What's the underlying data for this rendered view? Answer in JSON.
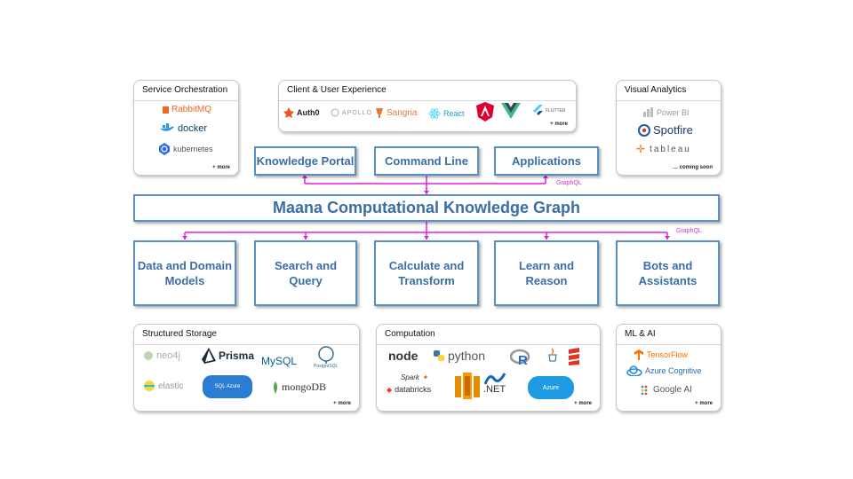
{
  "colors": {
    "box_border": "#5b8ec1",
    "box_text": "#3a6ea5",
    "connector": "#dd22dd"
  },
  "panels": {
    "service": {
      "title": "Service Orchestration",
      "logos": [
        "RabbitMQ",
        "docker",
        "kubernetes"
      ],
      "more": "+ more"
    },
    "client": {
      "title": "Client & User Experience",
      "logos": [
        "Auth0",
        "APOLLO",
        "Sangria",
        "React",
        "Angular",
        "Vue",
        "Flutter"
      ],
      "more": "+ more"
    },
    "visual": {
      "title": "Visual Analytics",
      "logos": [
        "Power BI",
        "Spotfire",
        "tableau"
      ],
      "more": "… coming soon"
    },
    "storage": {
      "title": "Structured Storage",
      "logos": [
        "neo4j",
        "Prisma",
        "MySQL",
        "PostgreSQL",
        "elastic",
        "SQL Azure",
        "mongoDB"
      ],
      "more": "+ more"
    },
    "computation": {
      "title": "Computation",
      "logos": [
        "node",
        "python",
        "R",
        "Java",
        "Scala",
        "Spark",
        "databricks",
        "AWS Lambda",
        "Microsoft .NET",
        "Azure"
      ],
      "more": "+ more"
    },
    "mlai": {
      "title": "ML & AI",
      "logos": [
        "TensorFlow",
        "Azure Cognitive",
        "Google AI"
      ],
      "more": "+ more"
    }
  },
  "interfaces": [
    "Knowledge Portal",
    "Command Line",
    "Applications"
  ],
  "graph_title": "Maana Computational Knowledge Graph",
  "capabilities": [
    "Data and Domain Models",
    "Search and Query",
    "Calculate and Transform",
    "Learn and Reason",
    "Bots and Assistants"
  ],
  "graphql_label": "GraphQL"
}
